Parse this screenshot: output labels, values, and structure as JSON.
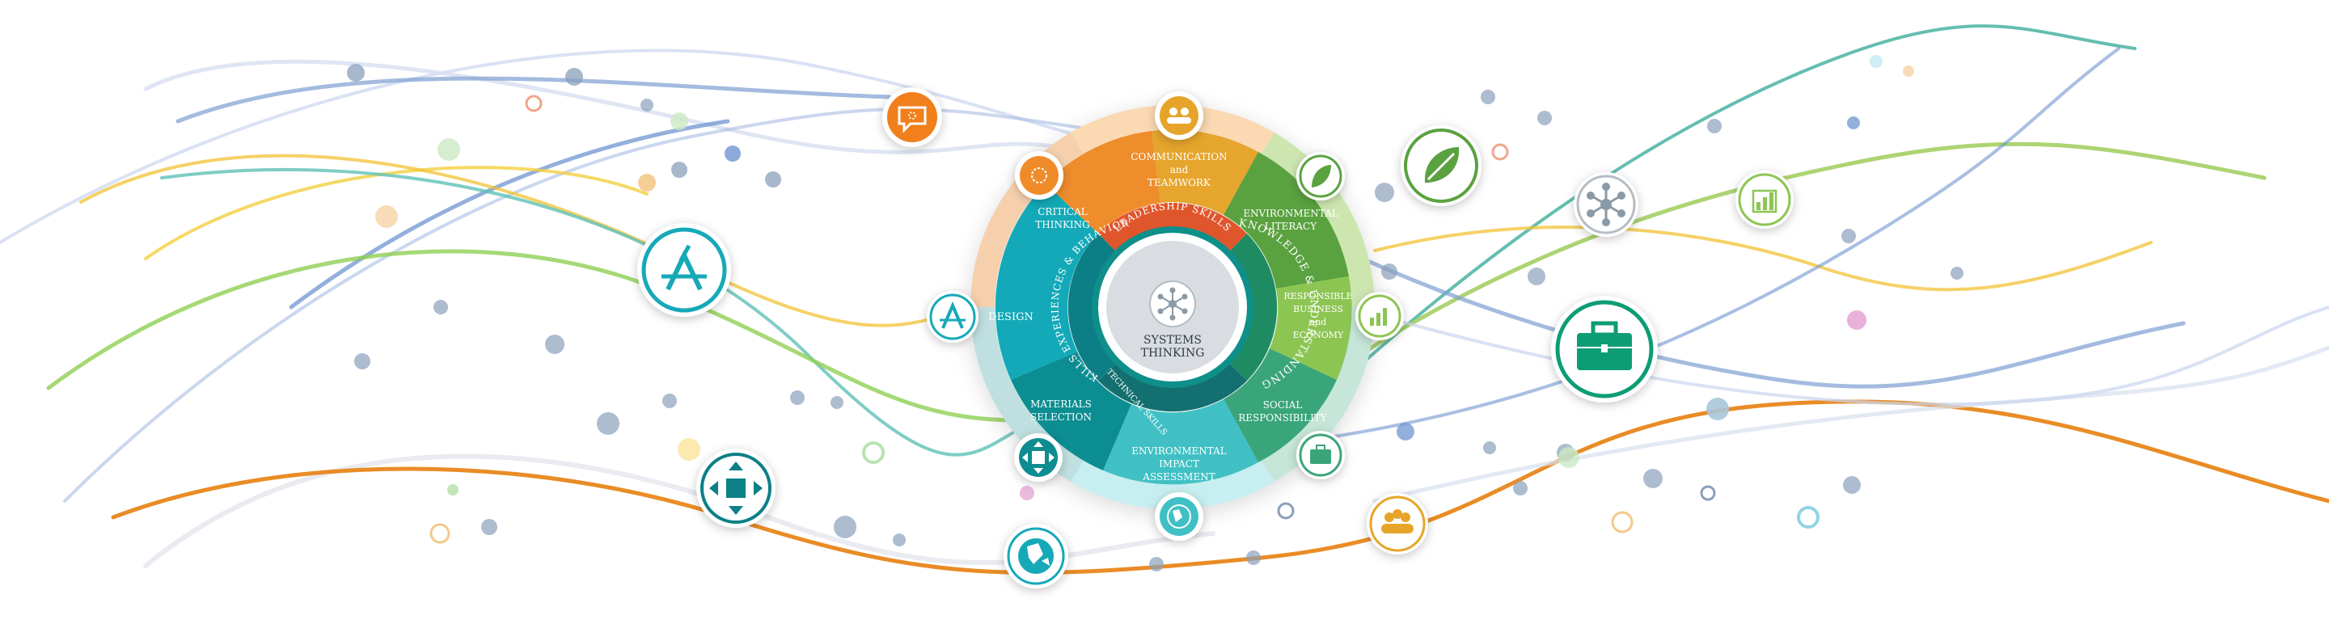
{
  "center": {
    "line1": "SYSTEMS",
    "line2": "THINKING"
  },
  "ring_labels": {
    "leadership": "LEADERSHIP SKILLS",
    "knowledge": "KNOWLEDGE & UNDERSTANDING",
    "technical": "TECHNICAL SKILLS",
    "skills_exp": "SKILLS EXPERIENCES & BEHAVIORS"
  },
  "segments": {
    "critical_thinking": {
      "lines": [
        "CRITICAL",
        "THINKING"
      ],
      "color": "#ef8c2c"
    },
    "communication": {
      "lines": [
        "COMMUNICATION",
        "and",
        "TEAMWORK"
      ],
      "color": "#e6a52c"
    },
    "environmental_literacy": {
      "lines": [
        "ENVIRONMENTAL",
        "LITERACY"
      ],
      "color": "#5aa23f"
    },
    "responsible_business": {
      "lines": [
        "RESPONSIBLE",
        "BUSINESS",
        "and",
        "ECONOMY"
      ],
      "color": "#8dc553"
    },
    "social_responsibility": {
      "lines": [
        "SOCIAL",
        "RESPONSIBILITY"
      ],
      "color": "#3aa57a"
    },
    "environmental_impact": {
      "lines": [
        "ENVIRONMENTAL",
        "IMPACT",
        "ASSESSMENT"
      ],
      "color": "#40c0c4"
    },
    "materials_selection": {
      "lines": [
        "MATERIALS",
        "SELECTION"
      ],
      "color": "#0c8d92"
    },
    "design": {
      "lines": [
        "DESIGN"
      ],
      "color": "#13a9b8"
    }
  },
  "colors": {
    "orange": "#f07f1b",
    "gold": "#e6a52c",
    "green": "#5aa23f",
    "lightgreen": "#8dc553",
    "teal": "#13a9b8",
    "darkteal": "#0c7f86",
    "blue": "#6f94cf",
    "gray": "#8a9aa6"
  },
  "floating_icons": [
    {
      "name": "chat-bubble-icon",
      "color": "#f07f1b"
    },
    {
      "name": "app-store-icon",
      "color": "#13a9b8"
    },
    {
      "name": "move-arrows-icon",
      "color": "#0c7f86"
    },
    {
      "name": "globe-icon",
      "color": "#13a9b8"
    },
    {
      "name": "leaf-icon",
      "color": "#5aa23f"
    },
    {
      "name": "network-icon",
      "color": "#8a9aa6"
    },
    {
      "name": "bar-chart-icon",
      "color": "#8dc553"
    },
    {
      "name": "briefcase-icon",
      "color": "#0f9d74"
    },
    {
      "name": "people-icon",
      "color": "#e6a52c"
    }
  ]
}
